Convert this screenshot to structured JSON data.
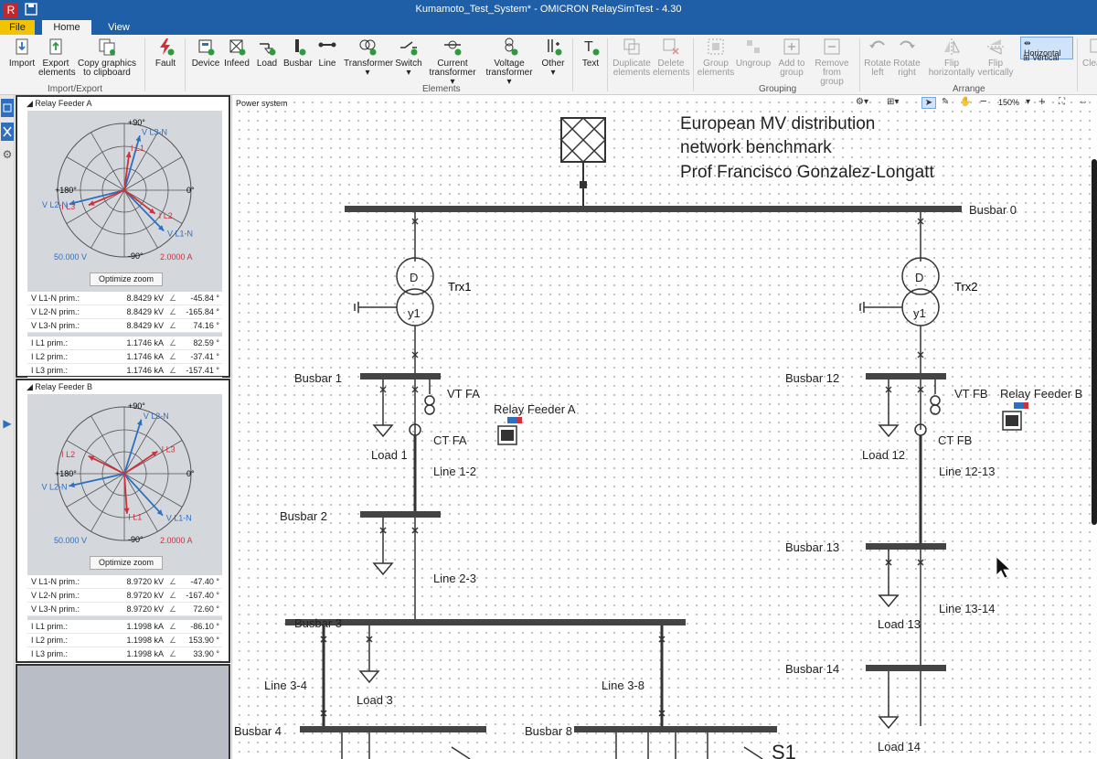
{
  "window": {
    "title": "Kumamoto_Test_System* - OMICRON RelaySimTest - 4.30"
  },
  "tabs": {
    "file": "File",
    "home": "Home",
    "view": "View"
  },
  "ribbon": {
    "import_export": {
      "group_label": "Import/Export",
      "import": "Import",
      "export": "Export elements",
      "copy": "Copy graphics to clipboard"
    },
    "fault": {
      "label": "Fault"
    },
    "elements": {
      "group_label": "Elements",
      "device": "Device",
      "infeed": "Infeed",
      "load": "Load",
      "busbar": "Busbar",
      "line": "Line",
      "transformer": "Transformer",
      "switch": "Switch",
      "current_transformer": "Current transformer",
      "voltage_transformer": "Voltage transformer",
      "other": "Other"
    },
    "text": {
      "label": "Text"
    },
    "edit": {
      "duplicate": "Duplicate elements",
      "delete": "Delete elements"
    },
    "grouping": {
      "group_label": "Grouping",
      "group": "Group elements",
      "ungroup": "Ungroup",
      "add": "Add to group",
      "remove": "Remove from group"
    },
    "arrange": {
      "group_label": "Arrange",
      "rotate_left": "Rotate left",
      "rotate_right": "Rotate right",
      "flip_h": "Flip horizontally",
      "flip_v": "Flip vertically"
    },
    "orientation": {
      "horizontal": "Horizontal",
      "vertical": "Vertical",
      "selected": "Horizontal"
    },
    "cut_text": "Clea"
  },
  "relay_a": {
    "title": "Relay Feeder A",
    "ring_labels": {
      "top": "+90°",
      "left": "+180°",
      "right": "0°",
      "bottom": "-90°"
    },
    "voltage_scale": "50.000 V",
    "current_scale": "2.0000 A",
    "button": "Optimize zoom",
    "voltages": [
      {
        "name": "V L1-N prim.:",
        "value": "8.8429 kV",
        "angle": "-45.84 °",
        "deg": -45.84,
        "mag": 0.85
      },
      {
        "name": "V L2-N prim.:",
        "value": "8.8429 kV",
        "angle": "-165.84 °",
        "deg": -165.84,
        "mag": 0.85
      },
      {
        "name": "V L3-N prim.:",
        "value": "8.8429 kV",
        "angle": "74.16 °",
        "deg": 74.16,
        "mag": 0.85
      }
    ],
    "currents": [
      {
        "name": "I L1 prim.:",
        "value": "1.1746 kA",
        "angle": "82.59 °",
        "deg": 82.59,
        "mag": 0.58
      },
      {
        "name": "I L2 prim.:",
        "value": "1.1746 kA",
        "angle": "-37.41 °",
        "deg": -37.41,
        "mag": 0.58
      },
      {
        "name": "I L3 prim.:",
        "value": "1.1746 kA",
        "angle": "-157.41 °",
        "deg": -157.41,
        "mag": 0.58
      }
    ],
    "phasor_labels": {
      "v1": "V L1-N",
      "v2": "V L2-N",
      "v3": "V L3-N",
      "i1": "I L1",
      "i2": "I L2",
      "i3": "I L3"
    }
  },
  "relay_b": {
    "title": "Relay Feeder B",
    "ring_labels": {
      "top": "+90°",
      "left": "+180°",
      "right": "0°",
      "bottom": "-90°"
    },
    "voltage_scale": "50.000 V",
    "current_scale": "2.0000 A",
    "button": "Optimize zoom",
    "voltages": [
      {
        "name": "V L1-N prim.:",
        "value": "8.9720 kV",
        "angle": "-47.40 °",
        "deg": -47.4,
        "mag": 0.85
      },
      {
        "name": "V L2-N prim.:",
        "value": "8.9720 kV",
        "angle": "-167.40 °",
        "deg": -167.4,
        "mag": 0.85
      },
      {
        "name": "V L3-N prim.:",
        "value": "8.9720 kV",
        "angle": "72.60 °",
        "deg": 72.6,
        "mag": 0.85
      }
    ],
    "currents": [
      {
        "name": "I L1 prim.:",
        "value": "1.1998 kA",
        "angle": "-86.10 °",
        "deg": -86.1,
        "mag": 0.6
      },
      {
        "name": "I L2 prim.:",
        "value": "1.1998 kA",
        "angle": "153.90 °",
        "deg": 153.9,
        "mag": 0.6
      },
      {
        "name": "I L3 prim.:",
        "value": "1.1998 kA",
        "angle": "33.90 °",
        "deg": 33.9,
        "mag": 0.6
      }
    ],
    "phasor_labels": {
      "v1": "V L1-N",
      "v2": "V L2-N",
      "v3": "V L3-N",
      "i1": "I L1",
      "i2": "I L2",
      "i3": "I L3"
    }
  },
  "canvas": {
    "panel_label": "Power system",
    "zoom": "150%",
    "title_lines": [
      "European MV distribution",
      "network benchmark",
      "Prof Francisco Gonzalez-Longatt"
    ],
    "labels": {
      "busbar0": "Busbar 0",
      "trx1": "Trx1",
      "trx2": "Trx2",
      "d": "D",
      "y1": "y1",
      "busbar1": "Busbar 1",
      "busbar12": "Busbar 12",
      "vtfa": "VT FA",
      "vtfb": "VT FB",
      "relayA": "Relay Feeder A",
      "relayB": "Relay Feeder B",
      "ctfa": "CT FA",
      "ctfb": "CT FB",
      "load1": "Load 1",
      "load12": "Load 12",
      "line12": "Line 1-2",
      "line1213": "Line 12-13",
      "busbar2": "Busbar 2",
      "busbar13": "Busbar 13",
      "line23": "Line 2-3",
      "line1314": "Line 13-14",
      "load13": "Load 13",
      "busbar3": "Busbar 3",
      "busbar14": "Busbar 14",
      "line34": "Line 3-4",
      "line38": "Line 3-8",
      "load3": "Load 3",
      "load14": "Load 14",
      "busbar4": "Busbar 4",
      "busbar8": "Busbar 8",
      "s1": "S1"
    }
  },
  "colors": {
    "titlebar": "#1f5fa8",
    "file_tab": "#f2c300",
    "voltage": "#2e6fc0",
    "current": "#d0303a",
    "busbar": "#444444"
  }
}
